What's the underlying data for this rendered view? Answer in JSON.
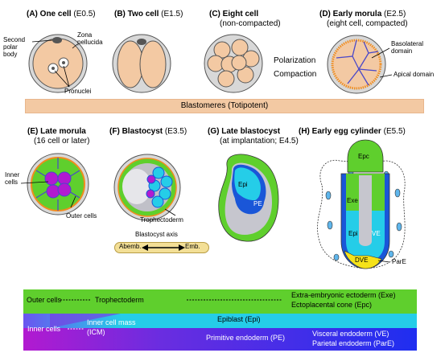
{
  "panels": {
    "a": {
      "letter": "(A)",
      "title": "One cell",
      "stage": "(E0.5)"
    },
    "b": {
      "letter": "(B)",
      "title": "Two cell",
      "stage": "(E1.5)"
    },
    "c": {
      "letter": "(C)",
      "title": "Eight cell",
      "sub": "(non-compacted)"
    },
    "d": {
      "letter": "(D)",
      "title": "Early morula",
      "stage": "(E2.5)",
      "sub": "(eight cell, compacted)"
    },
    "e": {
      "letter": "(E)",
      "title": "Late morula",
      "sub": "(16 cell or later)"
    },
    "f": {
      "letter": "(F)",
      "title": "Blastocyst",
      "stage": "(E3.5)"
    },
    "g": {
      "letter": "(G)",
      "title": "Late blastocyst",
      "sub": "(at implantation; E4.5)"
    },
    "h": {
      "letter": "(H)",
      "title": "Early egg cylinder",
      "stage": "(E5.5)"
    }
  },
  "labels": {
    "second_polar_body_1": "Second",
    "second_polar_body_2": "polar",
    "second_polar_body_3": "body",
    "zona_1": "Zona",
    "zona_2": "pellucida",
    "pronuclei": "Pronuclei",
    "polarization": "Polarization",
    "compaction": "Compaction",
    "basolateral_1": "Basolateral",
    "basolateral_2": "domain",
    "apical": "Apical domain",
    "inner_cells_1": "Inner",
    "inner_cells_2": "cells",
    "outer_cells": "Outer cells",
    "trophectoderm": "Trophectoderm",
    "blastocyst_axis": "Blastocyst axis",
    "abemb": "Abemb.",
    "emb": "Emb.",
    "epi": "Epi",
    "pe": "PE",
    "epc": "Epc",
    "exe": "Exe",
    "ve": "VE",
    "dve": "DVE",
    "pare": "ParE"
  },
  "banner": "Blastomeres (Totipotent)",
  "bottom": {
    "outer_cells": "Outer cells",
    "trophectoderm": "Trophectoderm",
    "exe": "Extra-embryonic ectoderm (Exe)",
    "epc": "Ectoplacental cone (Epc)",
    "epiblast": "Epiblast (Epi)",
    "inner_cells": "Inner cells",
    "icm_1": "Inner cell mass",
    "icm_2": "(ICM)",
    "pe": "Primitive endoderm (PE)",
    "ve": "Visceral endoderm (VE)",
    "pare": "Parietal endoderm (ParE)"
  },
  "colors": {
    "blastomere": "#f3c9a3",
    "zona": "#d8d8d8",
    "trophectoderm": "#5fcf2d",
    "inner_cell": "#b21ad0",
    "epiblast": "#25cde8",
    "primitive_endoderm": "#1a56d8",
    "dve": "#f5e21a",
    "apical": "#f08c1e",
    "blastocyst_axis": "#f3df96"
  }
}
